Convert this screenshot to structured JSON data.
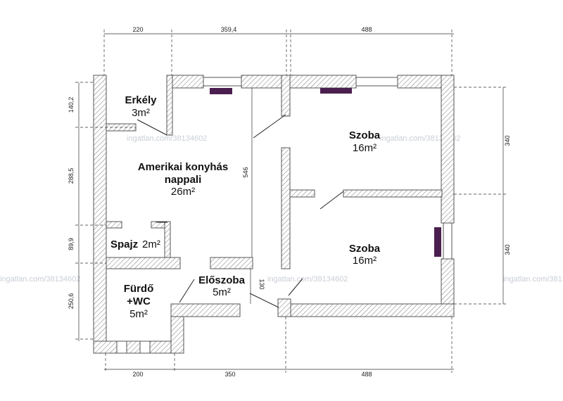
{
  "watermark": "ingatlan.com/38134602",
  "colors": {
    "wall": "#555555",
    "hatch": "#666666",
    "radiator": "#4a1f4f",
    "line": "#222222"
  },
  "rooms": [
    {
      "id": "erkely",
      "name": "Erkély",
      "area": "3m²"
    },
    {
      "id": "nappali",
      "name1": "Amerikai konyhás",
      "name2": "nappali",
      "area": "26m²"
    },
    {
      "id": "szoba1",
      "name": "Szoba",
      "area": "16m²"
    },
    {
      "id": "szoba2",
      "name": "Szoba",
      "area": "16m²"
    },
    {
      "id": "spajz",
      "name": "Spajz",
      "area": "2m²"
    },
    {
      "id": "eloszoba",
      "name": "Előszoba",
      "area": "5m²"
    },
    {
      "id": "furdo",
      "name1": "Fürdő",
      "name2": "+WC",
      "area": "5m²"
    }
  ],
  "dimensions": {
    "top": [
      "220",
      "359,4",
      "488"
    ],
    "bottom": [
      "200",
      "350",
      "488"
    ],
    "left": [
      "140,2",
      "288,5",
      "89,9",
      "250,6"
    ],
    "right": [
      "340",
      "340"
    ],
    "inner_height": "546",
    "corridor": "130"
  }
}
